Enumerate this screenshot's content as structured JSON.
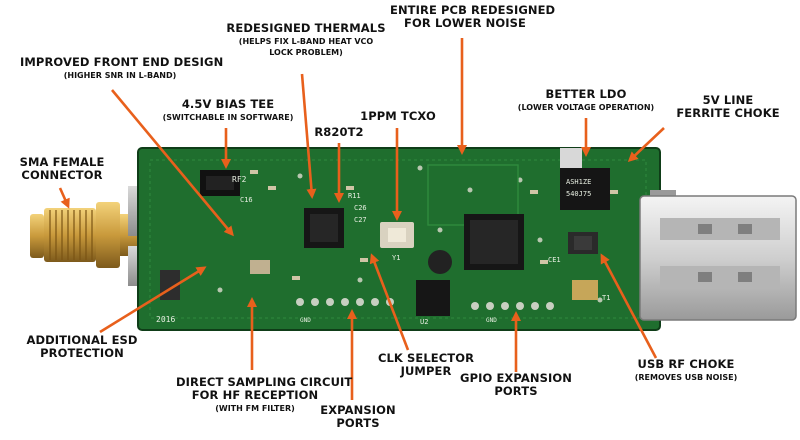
{
  "labels": {
    "improved_front_end": {
      "main": "IMPROVED FRONT END DESIGN",
      "sub": "(HIGHER SNR IN L-BAND)"
    },
    "redesigned_thermals": {
      "main": "REDESIGNED THERMALS",
      "sub1": "(HELPS FIX L-BAND HEAT VCO",
      "sub2": "LOCK PROBLEM)"
    },
    "entire_pcb": {
      "line1": "ENTIRE PCB REDESIGNED",
      "line2": "FOR LOWER NOISE"
    },
    "bias_tee": {
      "main": "4.5V BIAS TEE",
      "sub": "(SWITCHABLE IN SOFTWARE)"
    },
    "r820t2": {
      "main": "R820T2"
    },
    "tcxo": {
      "main": "1PPM TCXO"
    },
    "better_ldo": {
      "main": "BETTER LDO",
      "sub": "(LOWER VOLTAGE OPERATION)"
    },
    "ferrite_choke": {
      "line1": "5V LINE",
      "line2": "FERRITE CHOKE"
    },
    "sma": {
      "line1": "SMA FEMALE",
      "line2": "CONNECTOR"
    },
    "esd": {
      "line1": "ADDITIONAL ESD",
      "line2": "PROTECTION"
    },
    "direct_sampling": {
      "line1": "DIRECT SAMPLING CIRCUIT",
      "line2": "FOR HF RECEPTION",
      "sub": "(WITH FM FILTER)"
    },
    "expansion_ports": {
      "line1": "EXPANSION",
      "line2": "PORTS"
    },
    "clk_selector": {
      "line1": "CLK SELECTOR",
      "line2": "JUMPER"
    },
    "gpio_ports": {
      "line1": "GPIO EXPANSION",
      "line2": "PORTS"
    },
    "usb_rf_choke": {
      "main": "USB RF CHOKE",
      "sub": "(REMOVES USB NOISE)"
    }
  },
  "silkscreen": {
    "rf2": "RF2",
    "c16": "C16",
    "r11": "R11",
    "c26": "C26",
    "c27": "C27",
    "y1": "Y1",
    "ce1": "CE1",
    "t1": "T1",
    "u2": "U2",
    "year": "2016",
    "gnd1": "GND",
    "gnd2": "GND",
    "ldo_text1": "ASH1ZE",
    "ldo_text2": "540J75"
  },
  "colors": {
    "arrow": "#e8601c",
    "pcb": "#1f6e2e",
    "pcb_dark": "#144f20",
    "gold": "#c99a3c"
  }
}
